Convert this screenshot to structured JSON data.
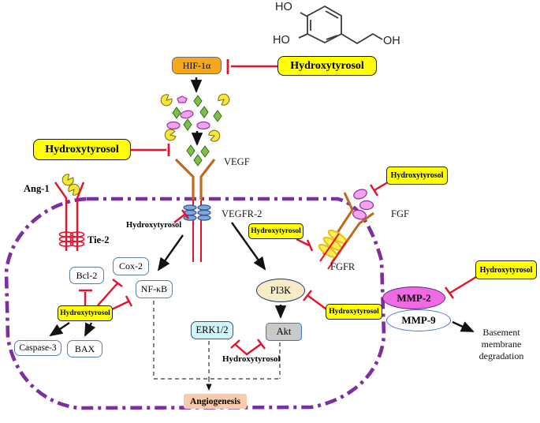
{
  "diagram": {
    "compound_label": "Hydroxytyrosol",
    "chem": {
      "ho_top": "HO",
      "ho_bottom": "HO",
      "oh": "OH"
    },
    "nodes": {
      "hif1a": "HIF-1α",
      "vegf": "VEGF",
      "vegfr2": "VEGFR-2",
      "ang1": "Ang-1",
      "tie2": "Tie-2",
      "fgf": "FGF",
      "fgfr": "FGFR",
      "bcl2": "Bcl-2",
      "cox2": "Cox-2",
      "nfkb": "NF-κB",
      "caspase3": "Caspase-3",
      "bax": "BAX",
      "pi3k": "PI3K",
      "erk12": "ERK1/2",
      "akt": "Akt",
      "mmp2": "MMP-2",
      "mmp9": "MMP-9",
      "angiogenesis": "Angiogenesis",
      "basement_degradation": "Basement membrane degradation"
    },
    "colors": {
      "inhibitor_box": "#FFFF00",
      "inhibition_line": "#E8112D",
      "membrane": "#7B2FA0",
      "hif1a_fill": "#F5A81C",
      "receptor_orange": "#C06A1E",
      "tie2_receptor_red": "#E8112D",
      "mmp2_fill": "#F06AE4",
      "angiogenesis_fill": "#F8CBAD",
      "pi3k_fill": "#F7ECC8",
      "erk_fill": "#CFF4FA",
      "akt_fill": "#C9C9C9",
      "node_border": "#5B7FA6"
    },
    "glyphs": [
      "yellow-crescent-ligand",
      "green-diamond-vegf",
      "violet-ellipse-ligand",
      "violet-pentagon-ligand",
      "blue-phospho-disc",
      "yellow-coil-fgfr",
      "red-coil-tie2"
    ]
  }
}
